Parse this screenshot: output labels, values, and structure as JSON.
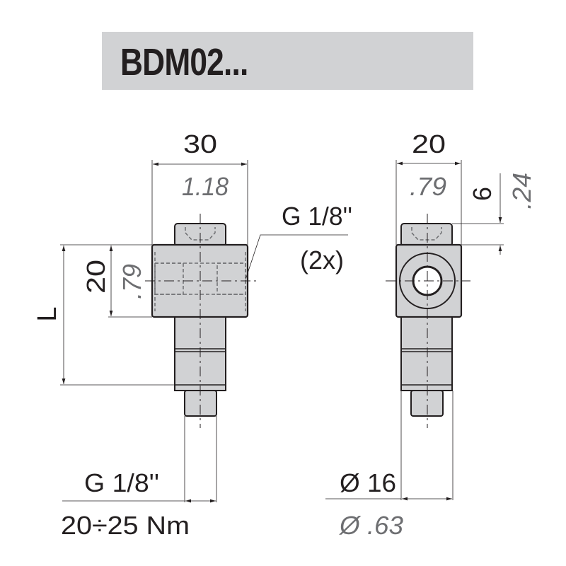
{
  "title": "BDM02...",
  "colors": {
    "title_bg": "#d1d2d4",
    "part_fill": "#d1d2d4",
    "outline": "#231f20",
    "inch_text": "#6d6e71"
  },
  "front_view": {
    "width_mm": "30",
    "width_in": "1.18",
    "body_height_mm": "20",
    "body_height_in": ".79",
    "length_label": "L",
    "side_port_label": "G 1/8''",
    "side_port_count": "(2x)",
    "bottom_thread": "G 1/8''",
    "torque": "20÷25 Nm"
  },
  "side_view": {
    "width_mm": "20",
    "width_in": ".79",
    "cap_height_mm": "6",
    "cap_height_in": ".24",
    "diameter_mm": "Ø 16",
    "diameter_in": "Ø .63"
  }
}
